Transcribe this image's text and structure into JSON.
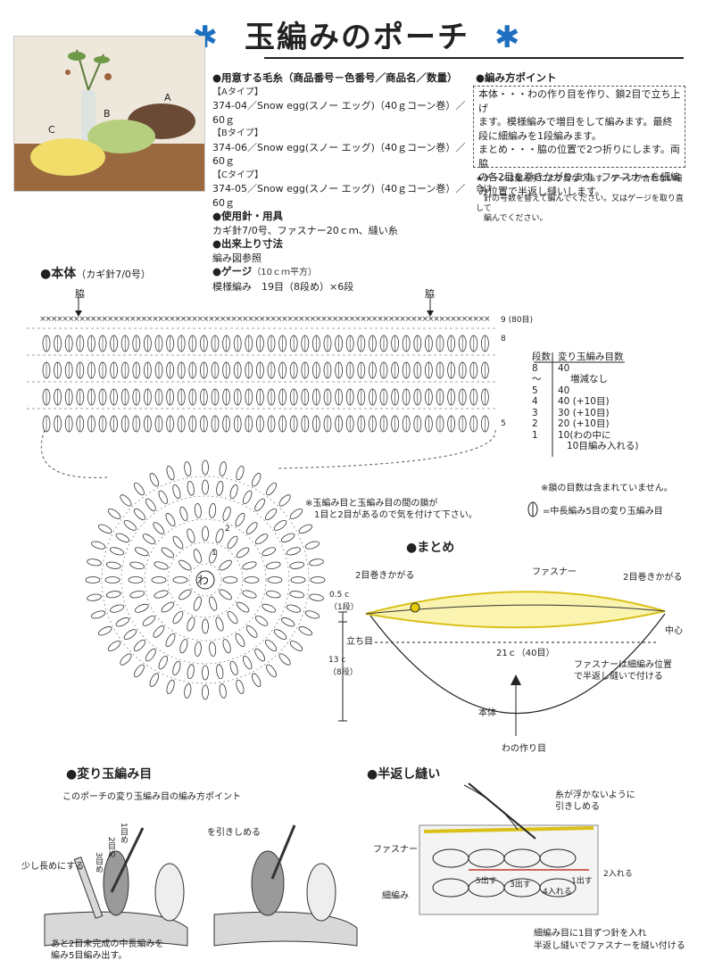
{
  "title": "玉編みのポーチ",
  "photo_labels": {
    "a": "A",
    "b": "B",
    "c": "C"
  },
  "materials": {
    "heading": "●用意する毛糸（商品番号－色番号／商品名／数量）",
    "types": [
      {
        "label": "【Aタイプ】",
        "line": "374-04／Snow egg(スノー エッグ)（40ｇコーン巻）／60ｇ"
      },
      {
        "label": "【Bタイプ】",
        "line": "374-06／Snow egg(スノー エッグ)（40ｇコーン巻）／60ｇ"
      },
      {
        "label": "【Cタイプ】",
        "line": "374-05／Snow egg(スノー エッグ)（40ｇコーン巻）／60ｇ"
      }
    ],
    "tools_heading": "●使用針・用具",
    "tools": "カギ針7/0号、ファスナー20ｃｍ、縫い糸",
    "size_heading": "●出来上り寸法",
    "size": "編み図参照",
    "gauge_heading": "●ゲージ",
    "gauge_sub": "（10ｃｍ平方）",
    "gauge": "模様編み　19目（8段め）×6段"
  },
  "point": {
    "heading": "●編み方ポイント",
    "lines": [
      "本体・・・わの作り目を作り、鎖2目で立ち上げ",
      "ます。模様編みで増目をして編みます。最終",
      "段に細編みを1段編みます。",
      "まとめ・・・脇の位置で2つ折りにします。両脇",
      "の各2目を巻きかがります。ファスナーを細編",
      "み位置で半返し縫いします。"
    ],
    "note_lines": [
      "★ゲージは編み手により異なります。ゲージが合わない場合は",
      "　針の号数を替えて編んでください。又はゲージを取り直して",
      "　編んでください。"
    ]
  },
  "body_chart": {
    "heading": "●本体",
    "needle": "（カギ針7/0号）",
    "side_left": "脇",
    "side_right": "脇",
    "row9": "9 (80目)",
    "row8": "8",
    "row5": "5",
    "note": [
      "※玉編み目と玉編み目の間の鎖が",
      "　1目と2目があるので気を付けて下さい。"
    ],
    "center": "わ",
    "ring_labels": [
      "1",
      "2"
    ],
    "table_header": [
      "段数",
      "変り玉編み目数"
    ],
    "table_rows": [
      [
        "8",
        "40"
      ],
      [
        "～",
        "増減なし"
      ],
      [
        "5",
        "40"
      ],
      [
        "4",
        "40 (+10目)"
      ],
      [
        "3",
        "30 (+10目)"
      ],
      [
        "2",
        "20 (+10目)"
      ],
      [
        "1",
        "10(わの中に"
      ],
      [
        "",
        "10目編み入れる)"
      ]
    ],
    "chain_note": "※鎖の目数は含まれていません。",
    "legend": "=中長編み5目の変り玉編み目"
  },
  "finishing": {
    "heading": "●まとめ",
    "left_whip": "2目巻きかがる",
    "zipper": "ファスナー",
    "right_whip": "2目巻きかがる",
    "dim1": "0.5 c",
    "dim1b": "（1段）",
    "standup": "立ち目",
    "width": "21ｃ（40目）",
    "center": "中心",
    "dim2": "13 c",
    "dim2b": "（8段）",
    "zipper_note": [
      "ファスナーは細編み位置",
      "で半返し縫いで付ける"
    ],
    "body": "本体",
    "ring": "わの作り目"
  },
  "bobble": {
    "heading": "●変り玉編み目",
    "sub": "このポーチの変り玉編み目の編み方ポイント",
    "longer": "少し長めにする",
    "st1": "1目め",
    "st2": "2目め",
    "st3": "3目め",
    "pull": "を引きしめる",
    "bottom": [
      "あと2目未完成の中長編みを",
      "編み5目編み出す。"
    ]
  },
  "backstitch": {
    "heading": "●半返し縫い",
    "tip": [
      "糸が浮かないように",
      "引きしめる"
    ],
    "zipper": "ファスナー",
    "sc": "細編み",
    "out5": "5出す",
    "out3": "3出す",
    "out1": "1出す",
    "in2": "2入れる",
    "in4": "4入れる",
    "bottom": [
      "細編み目に1目ずつ針を入れ",
      "半返し縫いでファスナーを縫い付ける"
    ]
  }
}
